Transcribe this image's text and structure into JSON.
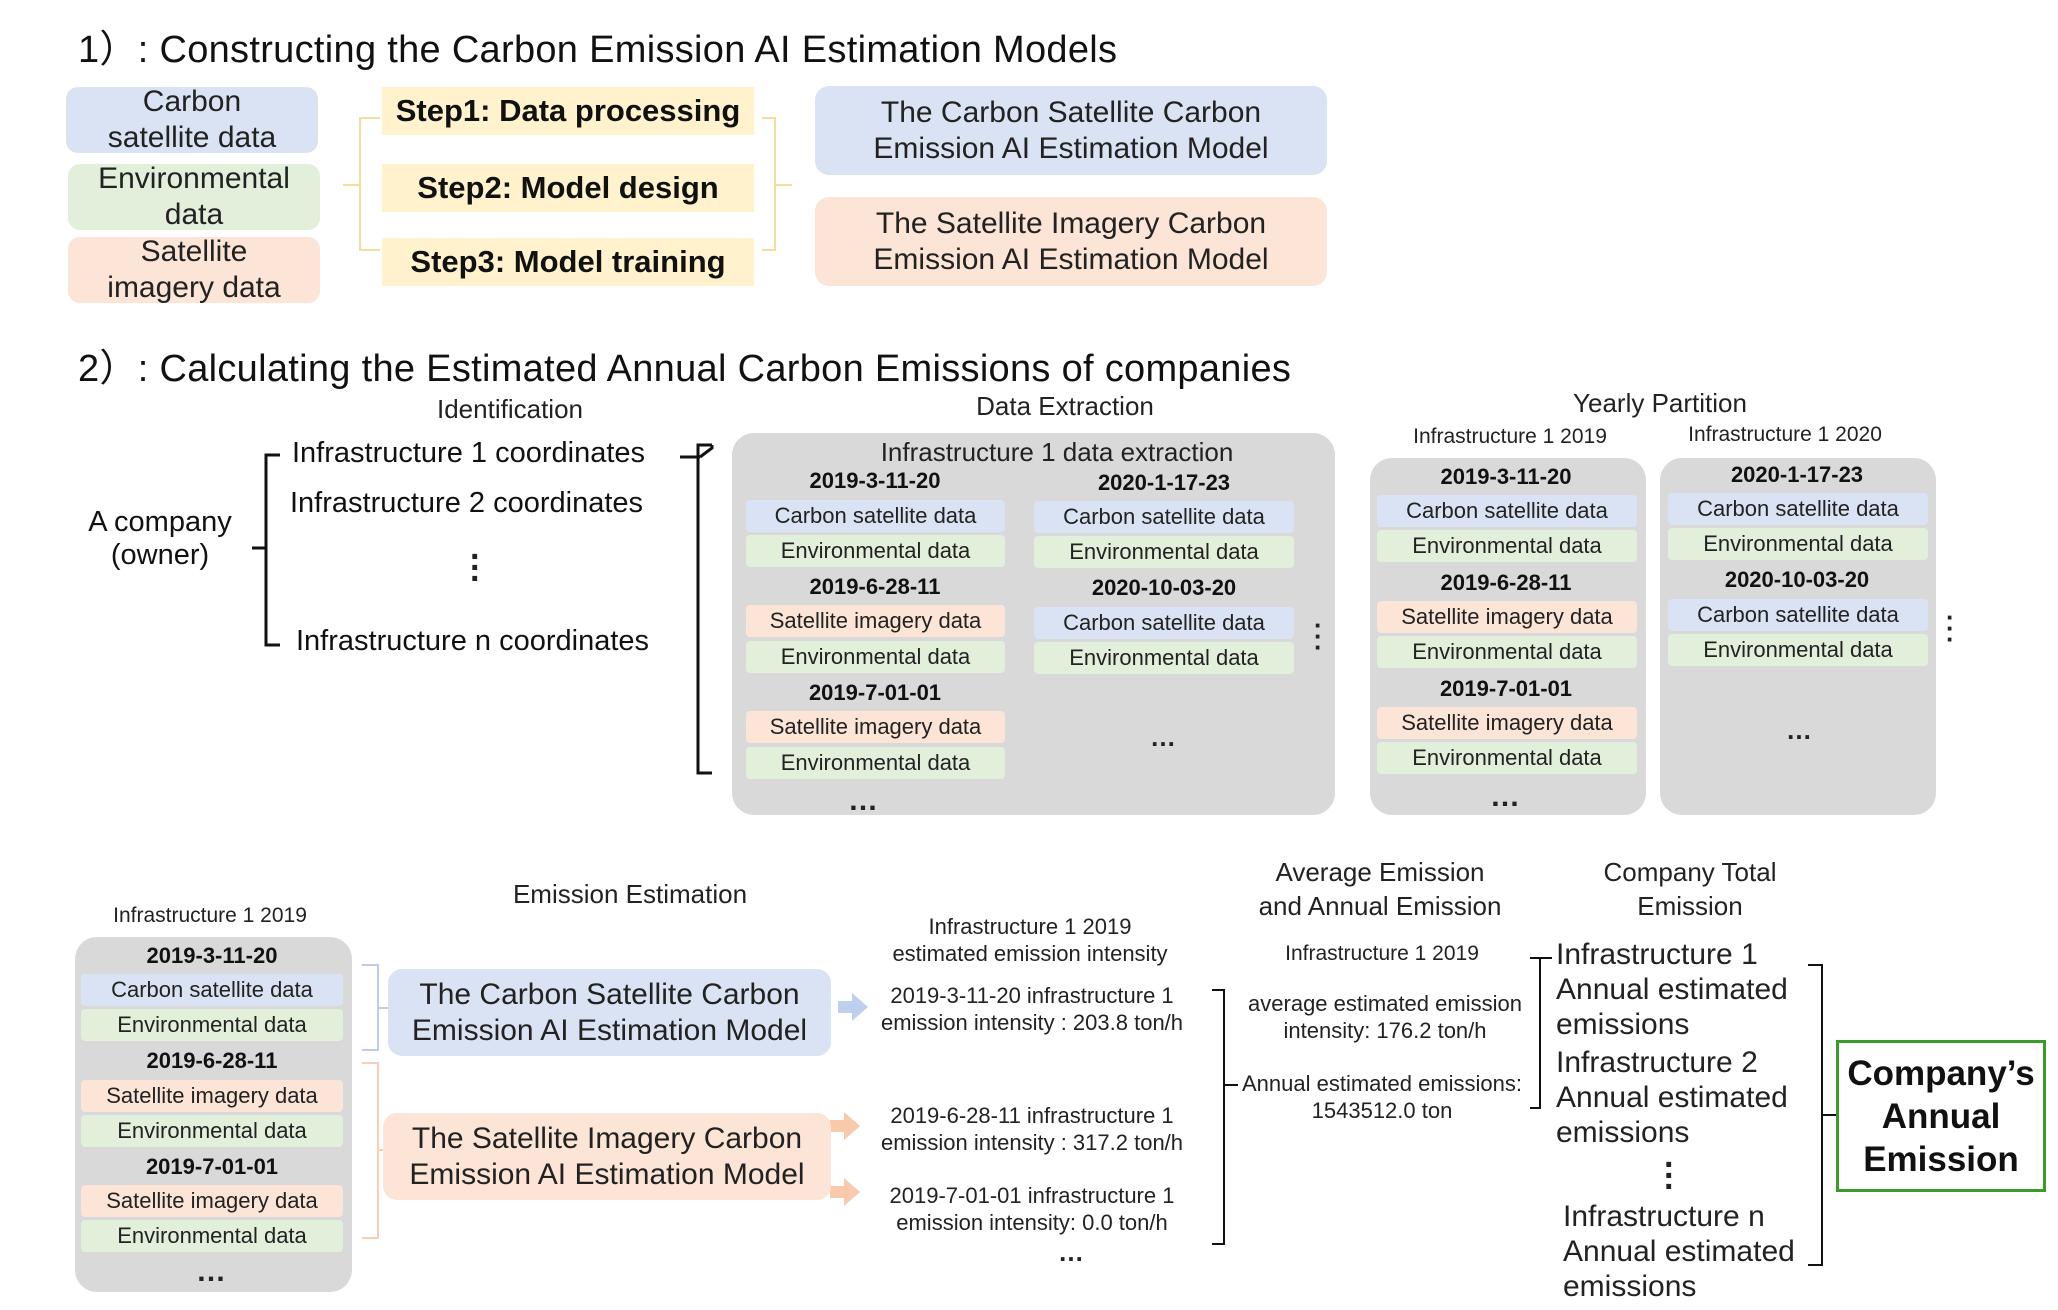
{
  "section1": {
    "title": "1）:  Constructing the Carbon Emission AI Estimation Models",
    "sources": [
      {
        "line1": "Carbon",
        "line2": "satellite data",
        "color": "#dae3f3"
      },
      {
        "line1": "Environmental",
        "line2": "data",
        "color": "#e2efda"
      },
      {
        "line1": "Satellite",
        "line2": "imagery data",
        "color": "#fce4d6"
      }
    ],
    "steps": [
      "Step1: Data processing",
      "Step2: Model design",
      "Step3: Model training"
    ],
    "models": [
      {
        "line1": "The Carbon Satellite Carbon",
        "line2": "Emission AI Estimation Model",
        "color": "#dae3f3"
      },
      {
        "line1": "The Satellite Imagery Carbon",
        "line2": "Emission AI Estimation Model",
        "color": "#fce4d6"
      }
    ]
  },
  "section2": {
    "title": "2）:  Calculating the Estimated Annual Carbon Emissions of companies",
    "identification": {
      "header": "Identification",
      "company_line1": "A company",
      "company_line2": "(owner)",
      "infra": [
        "Infrastructure 1 coordinates",
        "Infrastructure 2 coordinates",
        "Infrastructure n coordinates"
      ]
    },
    "extraction": {
      "header": "Data Extraction",
      "panel_title": "Infrastructure 1 data extraction",
      "left": [
        {
          "date": "2019-3-11-20",
          "chips": [
            "Carbon satellite data",
            "Environmental data"
          ]
        },
        {
          "date": "2019-6-28-11",
          "chips": [
            "Satellite imagery data",
            "Environmental data"
          ]
        },
        {
          "date": "2019-7-01-01",
          "chips": [
            "Satellite imagery data",
            "Environmental data"
          ]
        }
      ],
      "right": [
        {
          "date": "2020-1-17-23",
          "chips": [
            "Carbon satellite data",
            "Environmental data"
          ]
        },
        {
          "date": "2020-10-03-20",
          "chips": [
            "Carbon satellite data",
            "Environmental data"
          ]
        }
      ],
      "ellipsis": "…",
      "more": "…"
    },
    "partition": {
      "header": "Yearly Partition",
      "y2019_label": "Infrastructure 1 2019",
      "y2020_label": "Infrastructure 1 2020"
    },
    "estimation": {
      "header": "Emission Estimation",
      "panel_label": "Infrastructure 1 2019",
      "model_carbon_l1": "The Carbon Satellite Carbon",
      "model_carbon_l2": "Emission AI Estimation Model",
      "model_imagery_l1": "The Satellite Imagery Carbon",
      "model_imagery_l2": "Emission AI Estimation Model",
      "intensity_header_l1": "Infrastructure 1 2019",
      "intensity_header_l2": "estimated emission intensity",
      "intensities": [
        {
          "l1": "2019-3-11-20 infrastructure 1",
          "l2": "emission intensity : 203.8 ton/h",
          "value": 203.8
        },
        {
          "l1": "2019-6-28-11 infrastructure 1",
          "l2": "emission intensity : 317.2 ton/h",
          "value": 317.2
        },
        {
          "l1": "2019-7-01-01 infrastructure 1",
          "l2": "emission intensity: 0.0 ton/h",
          "value": 0.0
        }
      ],
      "more": "…"
    },
    "average": {
      "header_l1": "Average Emission",
      "header_l2": "and Annual Emission",
      "infra_label": "Infrastructure 1 2019",
      "avg_l1": "average estimated emission",
      "avg_l2": "intensity: 176.2 ton/h",
      "annual_l1": "Annual estimated emissions:",
      "annual_l2": "1543512.0 ton"
    },
    "total": {
      "header_l1": "Company Total",
      "header_l2": "Emission",
      "infra1": [
        "Infrastructure 1",
        "Annual estimated",
        "emissions"
      ],
      "infra2": [
        "Infrastructure 2",
        "Annual estimated",
        "emissions"
      ],
      "infran": [
        "Infrastructure n",
        "Annual estimated",
        "emissions"
      ],
      "result_l1": "Company’s",
      "result_l2": "Annual",
      "result_l3": "Emission",
      "result_border_color": "#3a9a2a"
    }
  }
}
